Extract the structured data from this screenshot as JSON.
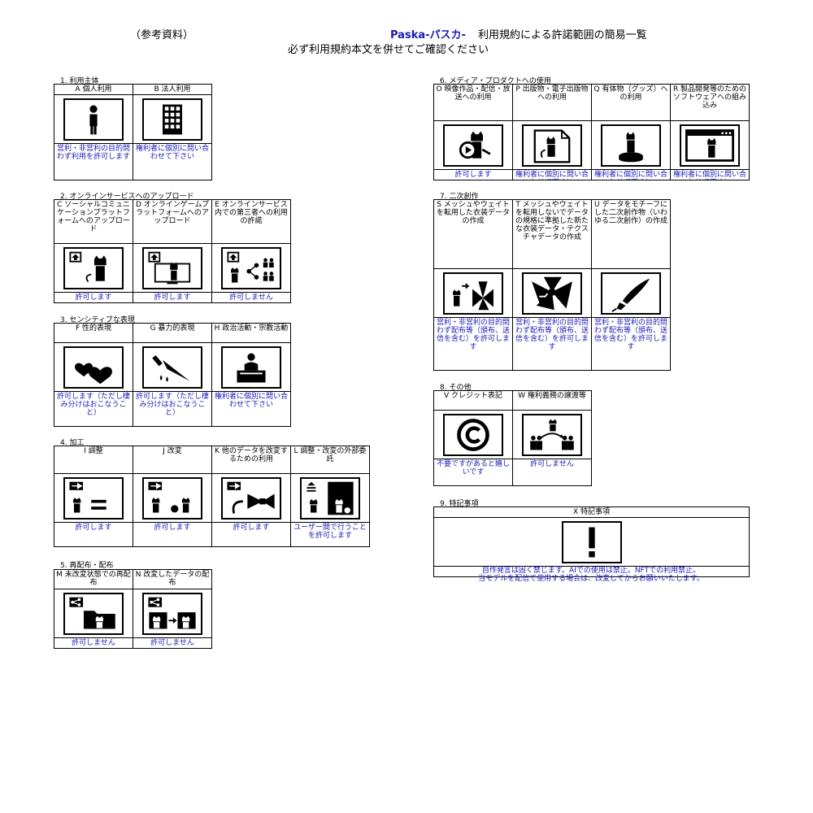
{
  "header": {
    "reference": "（参考資料）",
    "model": "Paska-パスカ-",
    "title": "利用規約による許諾範囲の簡易一覧",
    "subtitle": "必ず利用規約本文を併せてご確認ください"
  },
  "sections": {
    "s1": {
      "title": "1. 利用主体",
      "items": [
        {
          "label": "A 個人利用",
          "result": "営利・非営利の目的問わず利用を許可します"
        },
        {
          "label": "B 法人利用",
          "result": "権利者に個別に問い合わせて下さい"
        }
      ]
    },
    "s2": {
      "title": "2. オンラインサービスへのアップロード",
      "items": [
        {
          "label": "C ソーシャルコミュニケーションプラットフォームへのアップロード",
          "result": "許可します"
        },
        {
          "label": "D オンラインゲームプラットフォームへのアップロード",
          "result": "許可します"
        },
        {
          "label": "E オンラインサービス内での第三者への利用の許諾",
          "result": "許可しません"
        }
      ]
    },
    "s3": {
      "title": "3. センシティブな表現",
      "items": [
        {
          "label": "F 性的表現",
          "result": "許可します（ただし棲み分けはおこなうこと）"
        },
        {
          "label": "G 暴力的表現",
          "result": "許可します（ただし棲み分けはおこなうこと）"
        },
        {
          "label": "H 政治活動・宗教活動",
          "result": "権利者に個別に問い合わせて下さい"
        }
      ]
    },
    "s4": {
      "title": "4. 加工",
      "items": [
        {
          "label": "I 調整",
          "result": "許可します"
        },
        {
          "label": "J 改変",
          "result": "許可します"
        },
        {
          "label": "K 他のデータを改変するための利用",
          "result": "許可します"
        },
        {
          "label": "L 調整・改変の外部委託",
          "result": "ユーザー間で行うことを許可します"
        }
      ]
    },
    "s5": {
      "title": "5. 再配布・配布",
      "items": [
        {
          "label": "M 未改変状態での再配布",
          "result": "許可しません"
        },
        {
          "label": "N 改変したデータの配布",
          "result": "許可しません"
        }
      ]
    },
    "s6": {
      "title": "6. メディア・プロダクトへの使用",
      "items": [
        {
          "label": "O 映像作品・配信・放送への利用",
          "result": "許可します"
        },
        {
          "label": "P 出版物・電子出版物への利用",
          "result": "権利者に個別に問い合わせて下さい"
        },
        {
          "label": "Q 有体物（グッズ）への利用",
          "result": "権利者に個別に問い合わせて下さい"
        },
        {
          "label": "R 製品開発等のためのソフトウェアへの組み込み",
          "result": "権利者に個別に問い合わせて下さい"
        }
      ]
    },
    "s7": {
      "title": "7. 二次創作",
      "items": [
        {
          "label": "S メッシュやウェイトを転用した衣装データの作成",
          "result": "営利・非営利の目的問わず配布等（頒布、送信を含む）を許可します"
        },
        {
          "label": "T メッシュやウェイトを転用しないでデータの規格に準拠した新たな衣装データ・テクスチャデータの作成",
          "result": "営利・非営利の目的問わず配布等（頒布、送信を含む）を許可します"
        },
        {
          "label": "U データをモチーフにした二次創作物（いわゆる二次創作）の作成",
          "result": "営利・非営利の目的問わず配布等（頒布、送信を含む）を許可します"
        }
      ]
    },
    "s8": {
      "title": "8. その他",
      "items": [
        {
          "label": "V クレジット表記",
          "result": "不要ですがあると嬉しいです"
        },
        {
          "label": "W 権利義務の譲渡等",
          "result": "許可しません"
        }
      ]
    },
    "s9": {
      "title": "9. 特記事項",
      "items": [
        {
          "label": "X 特記事項"
        }
      ],
      "note1": "自作発言は固く禁じます。AIでの使用は禁止。NFTでの利用禁止。",
      "note2": "当モデルを配信で使用する場合は、改変してからお願いいたします。"
    }
  },
  "icons": {
    "A": "person-icon",
    "B": "building-icon",
    "C": "upload-cat-icon",
    "D": "upload-monitor-cat-icon",
    "E": "share-group-icon",
    "F": "hearts-icon",
    "G": "knife-icon",
    "H": "podium-speaker-icon",
    "I": "adjust-equals-icon",
    "J": "modify-cats-icon",
    "K": "cat-ribbon-icon",
    "L": "outsource-cats-icon",
    "M": "share-folder-icon",
    "N": "share-modified-icon",
    "O": "video-cat-icon",
    "P": "book-cat-icon",
    "Q": "figure-cat-icon",
    "R": "software-window-cat-icon",
    "S": "cat-clothes-icon",
    "T": "clothes-icon",
    "U": "pen-icon",
    "V": "copyright-icon",
    "W": "transfer-rights-icon",
    "X": "exclamation-icon"
  }
}
